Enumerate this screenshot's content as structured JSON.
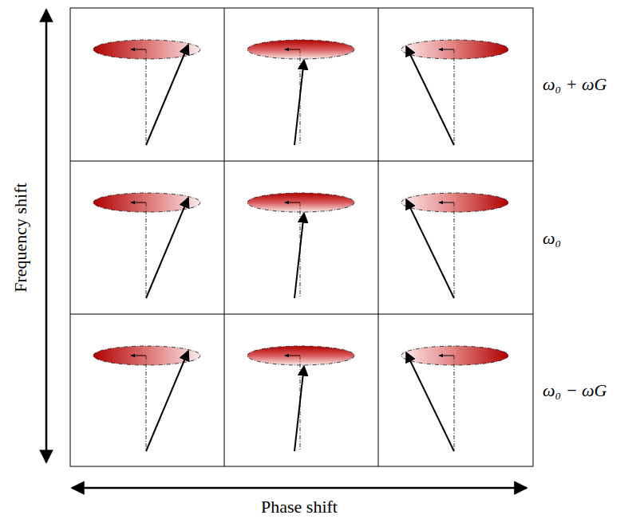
{
  "diagram": {
    "labels": [
      "ω₀ + ωG",
      "ω₀",
      "ω₀ − ωG",
      "Frequency shift",
      "Phase shift"
    ]
  }
}
